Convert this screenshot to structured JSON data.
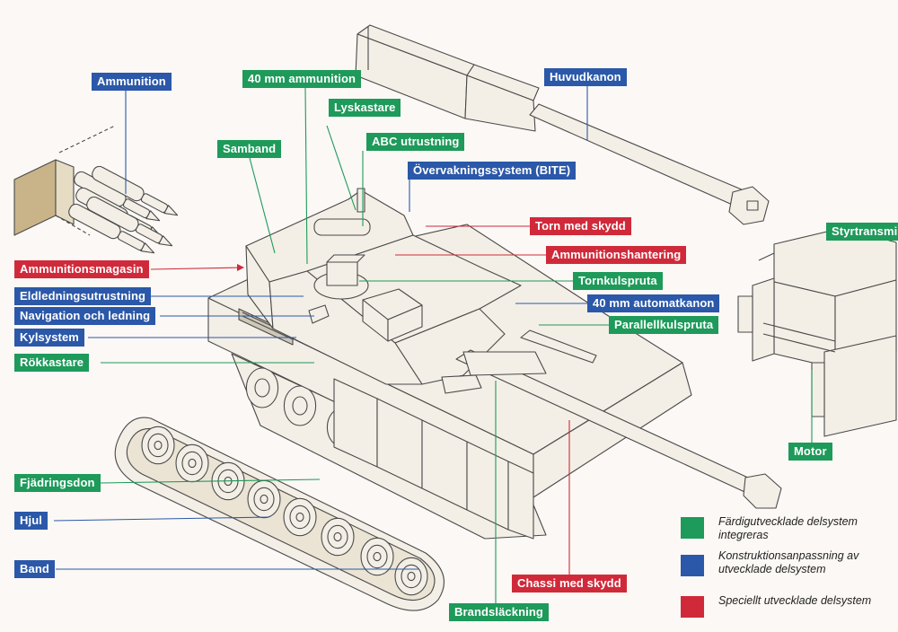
{
  "colors": {
    "green": "#1e9a5a",
    "blue": "#2b58a8",
    "red": "#d02a3a",
    "outline": "#4a4a4a",
    "fill": "#f3efe6"
  },
  "labels": [
    {
      "id": "ammunition",
      "text": "Ammunition",
      "color": "blue"
    },
    {
      "id": "mm40-ammunition",
      "text": "40 mm ammunition",
      "color": "green"
    },
    {
      "id": "lyskastare",
      "text": "Lyskastare",
      "color": "green"
    },
    {
      "id": "samband",
      "text": "Samband",
      "color": "green"
    },
    {
      "id": "abc-utrustning",
      "text": "ABC utrustning",
      "color": "green"
    },
    {
      "id": "overvakningssystem",
      "text": "Övervakningssystem (BITE)",
      "color": "blue"
    },
    {
      "id": "huvudkanon",
      "text": "Huvudkanon",
      "color": "blue"
    },
    {
      "id": "torn-med-skydd",
      "text": "Torn med skydd",
      "color": "red"
    },
    {
      "id": "ammunitionshantering",
      "text": "Ammunitionshantering",
      "color": "red"
    },
    {
      "id": "tornkulspruta",
      "text": "Tornkulspruta",
      "color": "green"
    },
    {
      "id": "mm40-automatkanon",
      "text": "40 mm automatkanon",
      "color": "blue"
    },
    {
      "id": "parallellkulspruta",
      "text": "Parallellkulspruta",
      "color": "green"
    },
    {
      "id": "styrtransmission",
      "text": "Styrtransmi",
      "color": "green"
    },
    {
      "id": "ammunitionsmagasin",
      "text": "Ammunitionsmagasin",
      "color": "red"
    },
    {
      "id": "eldledningsutrustning",
      "text": "Eldledningsutrustning",
      "color": "blue"
    },
    {
      "id": "navigation-och-ledning",
      "text": "Navigation och ledning",
      "color": "blue"
    },
    {
      "id": "kylsystem",
      "text": "Kylsystem",
      "color": "blue"
    },
    {
      "id": "rokkastare",
      "text": "Rökkastare",
      "color": "green"
    },
    {
      "id": "motor",
      "text": "Motor",
      "color": "green"
    },
    {
      "id": "fjadringsdon",
      "text": "Fjädringsdon",
      "color": "green"
    },
    {
      "id": "hjul",
      "text": "Hjul",
      "color": "blue"
    },
    {
      "id": "band",
      "text": "Band",
      "color": "blue"
    },
    {
      "id": "chassi-med-skydd",
      "text": "Chassi med skydd",
      "color": "red"
    },
    {
      "id": "brandslackning",
      "text": "Brandsläckning",
      "color": "green"
    }
  ],
  "legend": [
    {
      "color": "green",
      "text": "Färdigutvecklade delsystem integreras"
    },
    {
      "color": "blue",
      "text": "Konstruktionsanpassning av utvecklade delsystem"
    },
    {
      "color": "red",
      "text": "Speciellt utvecklade delsystem"
    }
  ]
}
